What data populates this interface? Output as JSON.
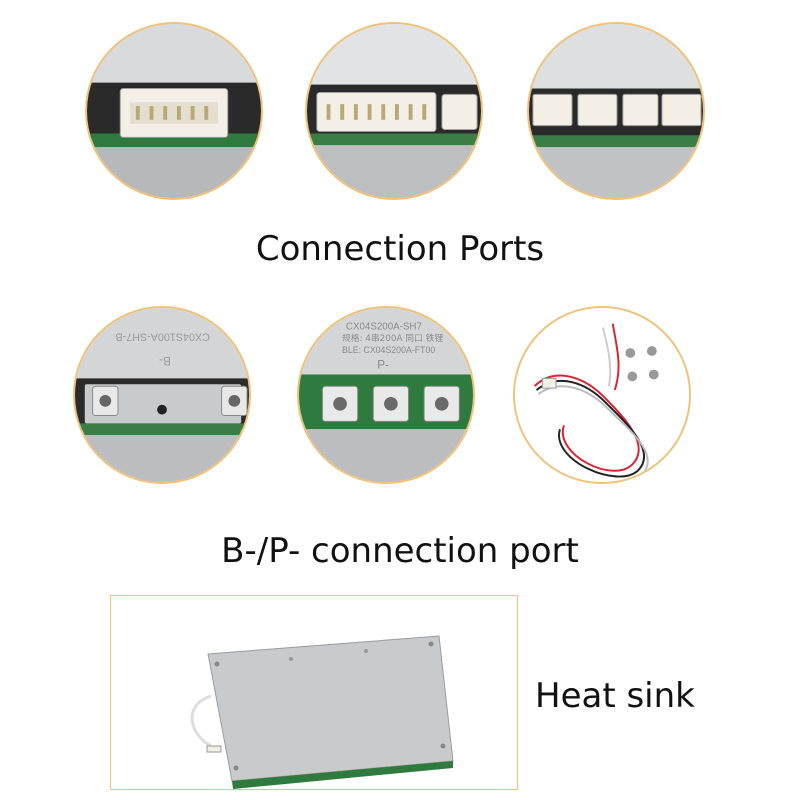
{
  "captions": {
    "connection_ports": "Connection Ports",
    "bp_port": "B-/P- connection port",
    "heat_sink": "Heat sink"
  },
  "photos": {
    "b_minus_marking": "B-",
    "p_minus_marking": "P-",
    "b_board_text": "CX04S100A-SH7-B",
    "p_board_text": "CX04S200A-SH7",
    "p_board_text2": "规格: 4串200A 同口 铁锂",
    "p_board_text3": "BLE: CX04S200A-FT00"
  },
  "colors": {
    "border": "#f0c278",
    "metal": "#c9cacb",
    "pcb": "#2f7a3e",
    "connector": "#f3efe6"
  }
}
